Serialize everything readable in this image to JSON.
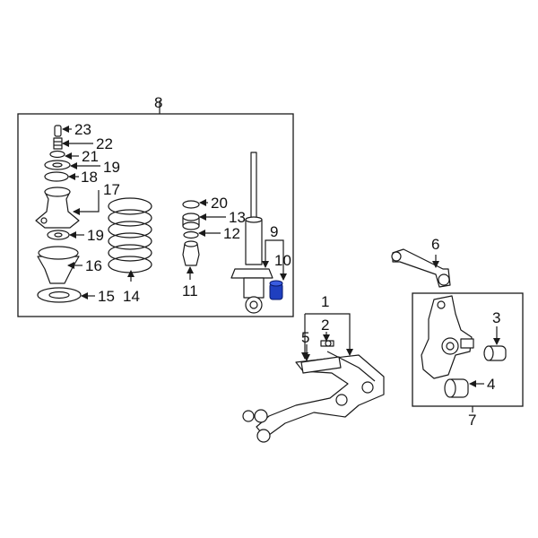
{
  "diagram": {
    "highlight_color": "#1f3fbf",
    "callouts": {
      "c1": "1",
      "c2": "2",
      "c3": "3",
      "c4": "4",
      "c5": "5",
      "c6": "6",
      "c7": "7",
      "c8": "8",
      "c9": "9",
      "c10": "10",
      "c11": "11",
      "c12": "12",
      "c13": "13",
      "c14": "14",
      "c15": "15",
      "c16": "16",
      "c17": "17",
      "c18": "18",
      "c19a": "19",
      "c19b": "19",
      "c20": "20",
      "c21": "21",
      "c22": "22",
      "c23": "23"
    }
  }
}
